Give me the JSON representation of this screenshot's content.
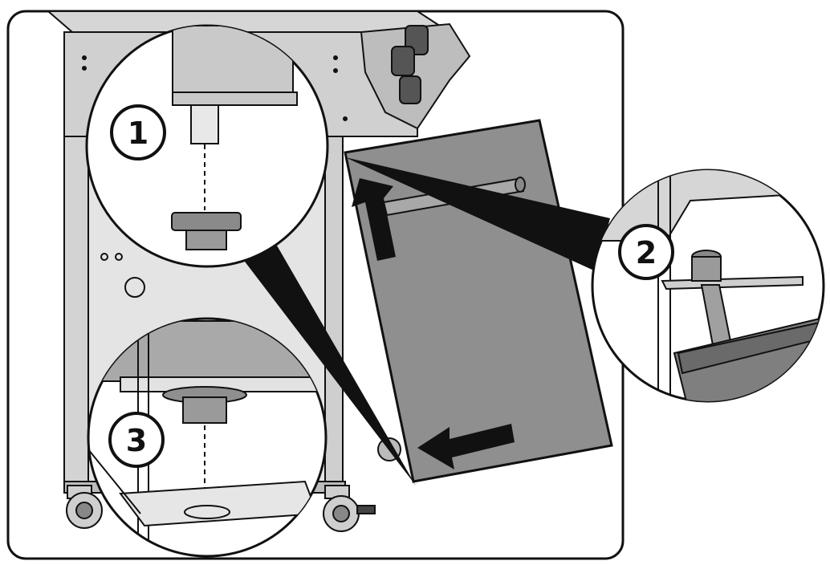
{
  "steps": [
    {
      "number": "1",
      "label_text": "1"
    },
    {
      "number": "2",
      "label_text": "2"
    },
    {
      "number": "3",
      "label_text": "3"
    }
  ],
  "colors": {
    "outline": "#111111",
    "body_fill": "#c9c9c9",
    "door_fill": "#8a8a8a",
    "part_fill": "#9a9a9a",
    "background": "#ffffff"
  },
  "icons": [
    "arrow-up-icon",
    "arrow-left-icon"
  ]
}
